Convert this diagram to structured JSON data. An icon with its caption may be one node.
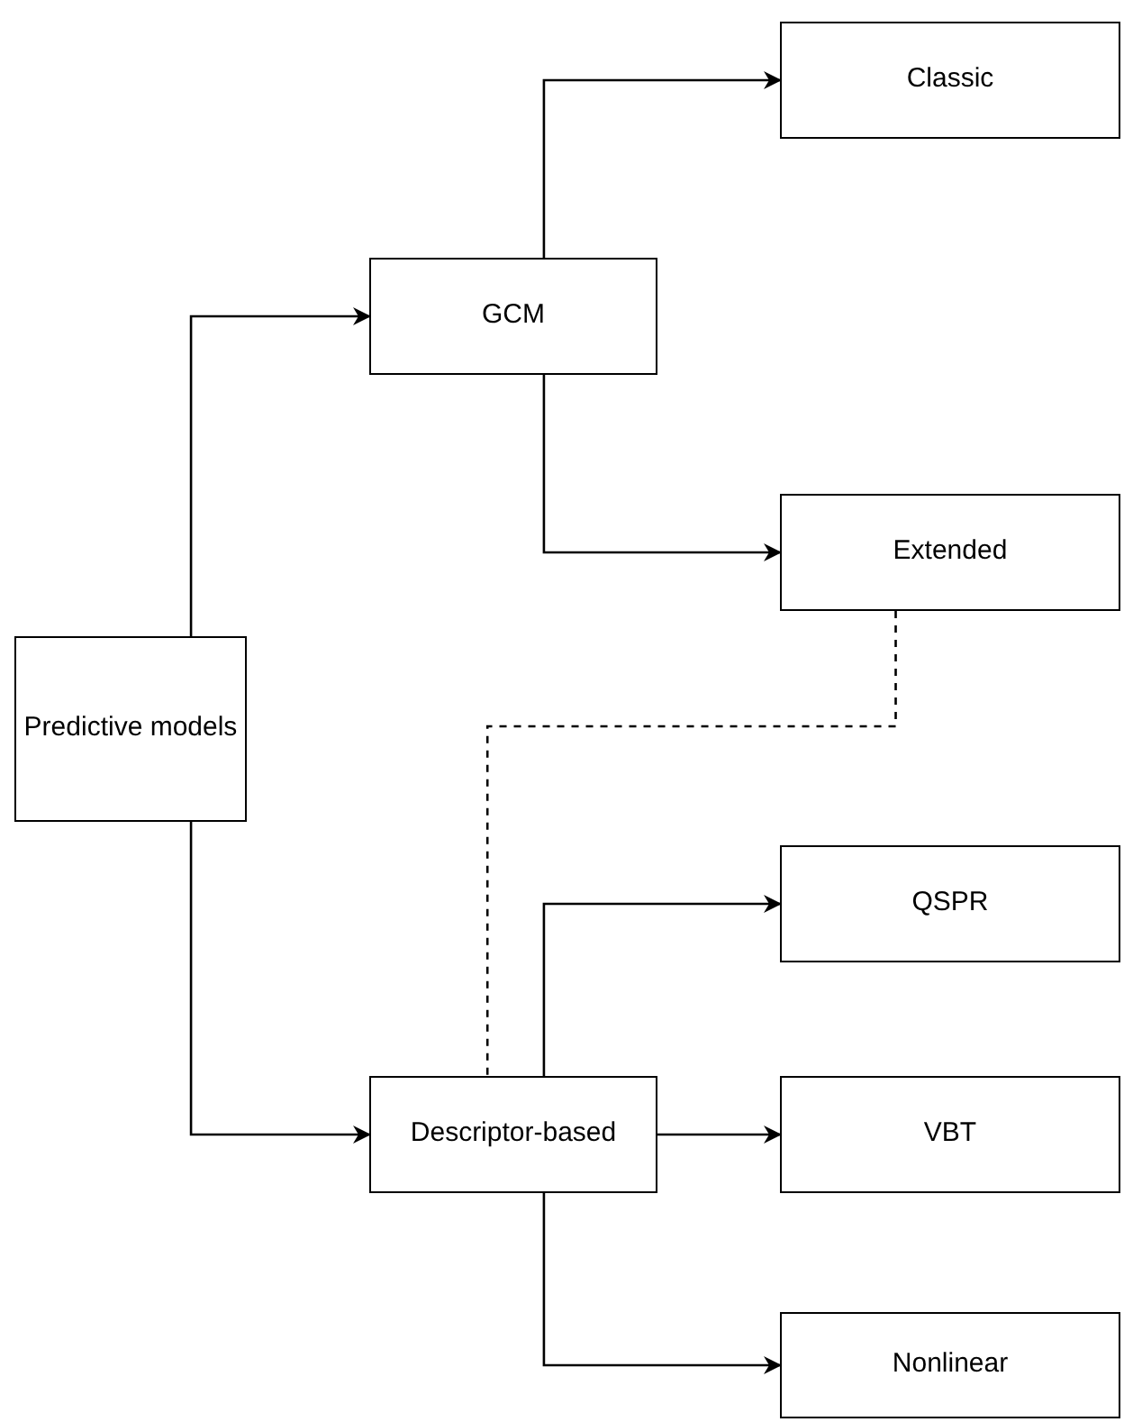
{
  "diagram": {
    "nodes": [
      {
        "text": [
          "Predictive models"
        ]
      },
      {
        "text": [
          "GCM"
        ]
      },
      {
        "text": [
          "Classic"
        ]
      },
      {
        "text": [
          "Extended"
        ]
      },
      {
        "text": [
          "Descriptor-based"
        ]
      },
      {
        "text": [
          "QSPR"
        ]
      },
      {
        "text": [
          "VBT"
        ]
      },
      {
        "text": [
          "Nonlinear"
        ]
      }
    ],
    "edges": [
      {
        "from": 0,
        "to": 1,
        "arrow": "to"
      },
      {
        "from": 1,
        "to": 2,
        "arrow": "to"
      },
      {
        "from": 1,
        "to": 3,
        "arrow": "to"
      },
      {
        "from": 3,
        "to": 4,
        "arrow": "none",
        "style": "dashed"
      },
      {
        "from": 0,
        "to": 4,
        "arrow": "to"
      },
      {
        "from": 4,
        "to": 5,
        "arrow": "to"
      },
      {
        "from": 4,
        "to": 6,
        "arrow": "to"
      },
      {
        "from": 4,
        "to": 7,
        "arrow": "to"
      }
    ]
  }
}
